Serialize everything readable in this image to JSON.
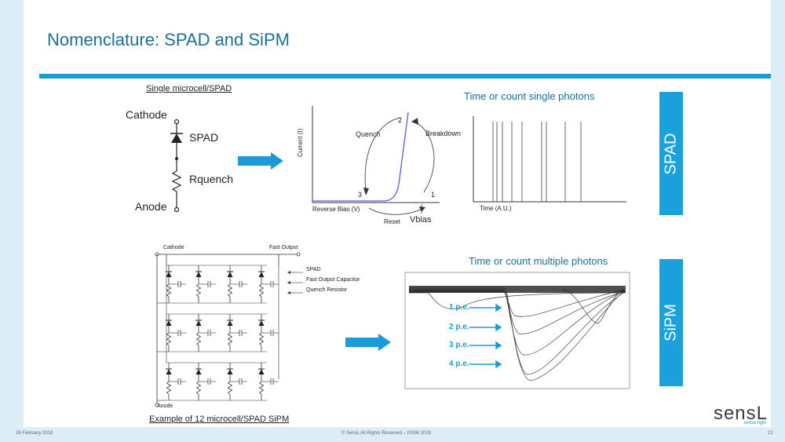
{
  "slide": {
    "title": "Nomenclature: SPAD and SiPM",
    "footer_date": "26 February 2018",
    "footer_copyright": "© SensL All Rights Reserved – ISSW 2018",
    "page_number": "12",
    "logo": "sensL",
    "logo_tagline": "sense light"
  },
  "spad_section": {
    "circuit_title": "Single microcell/SPAD",
    "cathode": "Cathode",
    "spad": "SPAD",
    "rquench": "Rquench",
    "anode": "Anode",
    "iv_curve": {
      "y_axis": "Current (I)",
      "x_axis": "Reverse Bias (V)",
      "quench": "Quench",
      "breakdown": "Breakdown",
      "reset": "Reset",
      "vbias": "Vbias",
      "point_1": "1",
      "point_2": "2",
      "point_3": "3"
    },
    "timing_title": "Time or count single photons",
    "timing_x_axis": "Time (A.U.)",
    "panel_label": "SPAD"
  },
  "sipm_section": {
    "cathode": "Cathode",
    "fast_output": "Fast Output",
    "legend": [
      "SPAD",
      "Fast Output Capacitor",
      "Quench Resistor"
    ],
    "anode": "Anode",
    "caption": "Example of 12 microcell/SPAD SiPM",
    "trace_title": "Time or count multiple photons",
    "pe_labels": [
      "1 p.e.",
      "2 p.e.",
      "3 p.e.",
      "4 p.e."
    ],
    "panel_label": "SiPM"
  },
  "colors": {
    "accent": "#1a9bd7",
    "title": "#1a6f9a",
    "panel": "#1aa0db"
  }
}
